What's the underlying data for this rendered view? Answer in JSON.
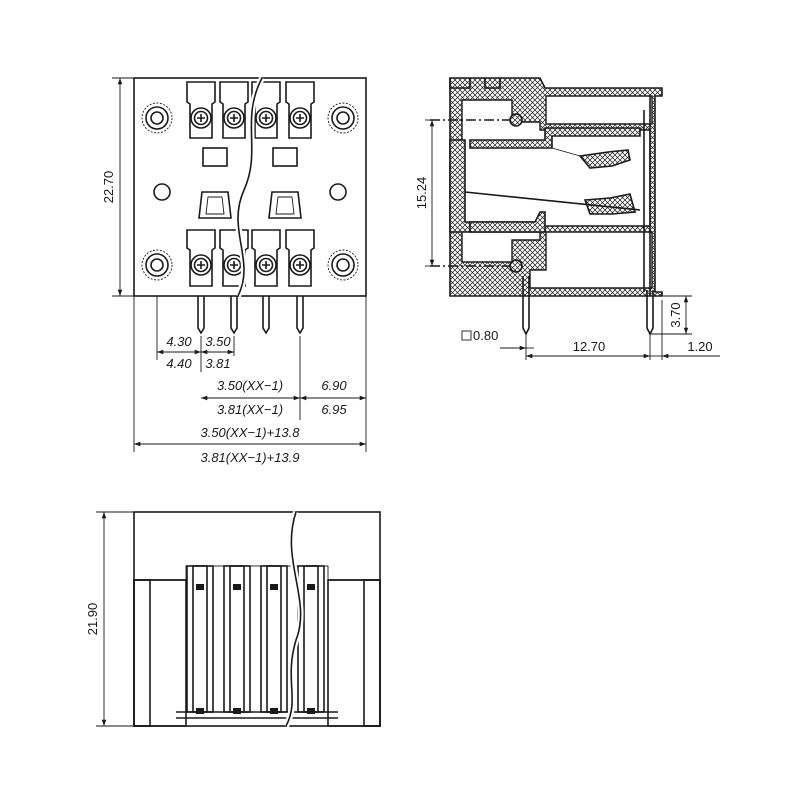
{
  "front_view": {
    "height_dim": "22.70",
    "pin_offset_a": "4.30",
    "pin_offset_b": "4.40",
    "pitch_a": "3.50",
    "pitch_b": "3.81",
    "span_a": "3.50(XX−1)",
    "span_b": "3.81(XX−1)",
    "end_a": "6.90",
    "end_b": "6.95",
    "total_a": "3.50(XX−1)+13.8",
    "total_b": "3.81(XX−1)+13.9"
  },
  "side_view": {
    "height_dim": "15.24",
    "pin_square": "0.80",
    "pin_spacing": "12.70",
    "pin_end": "1.20",
    "pin_length": "3.70"
  },
  "bottom_view": {
    "height_dim": "21.90"
  }
}
